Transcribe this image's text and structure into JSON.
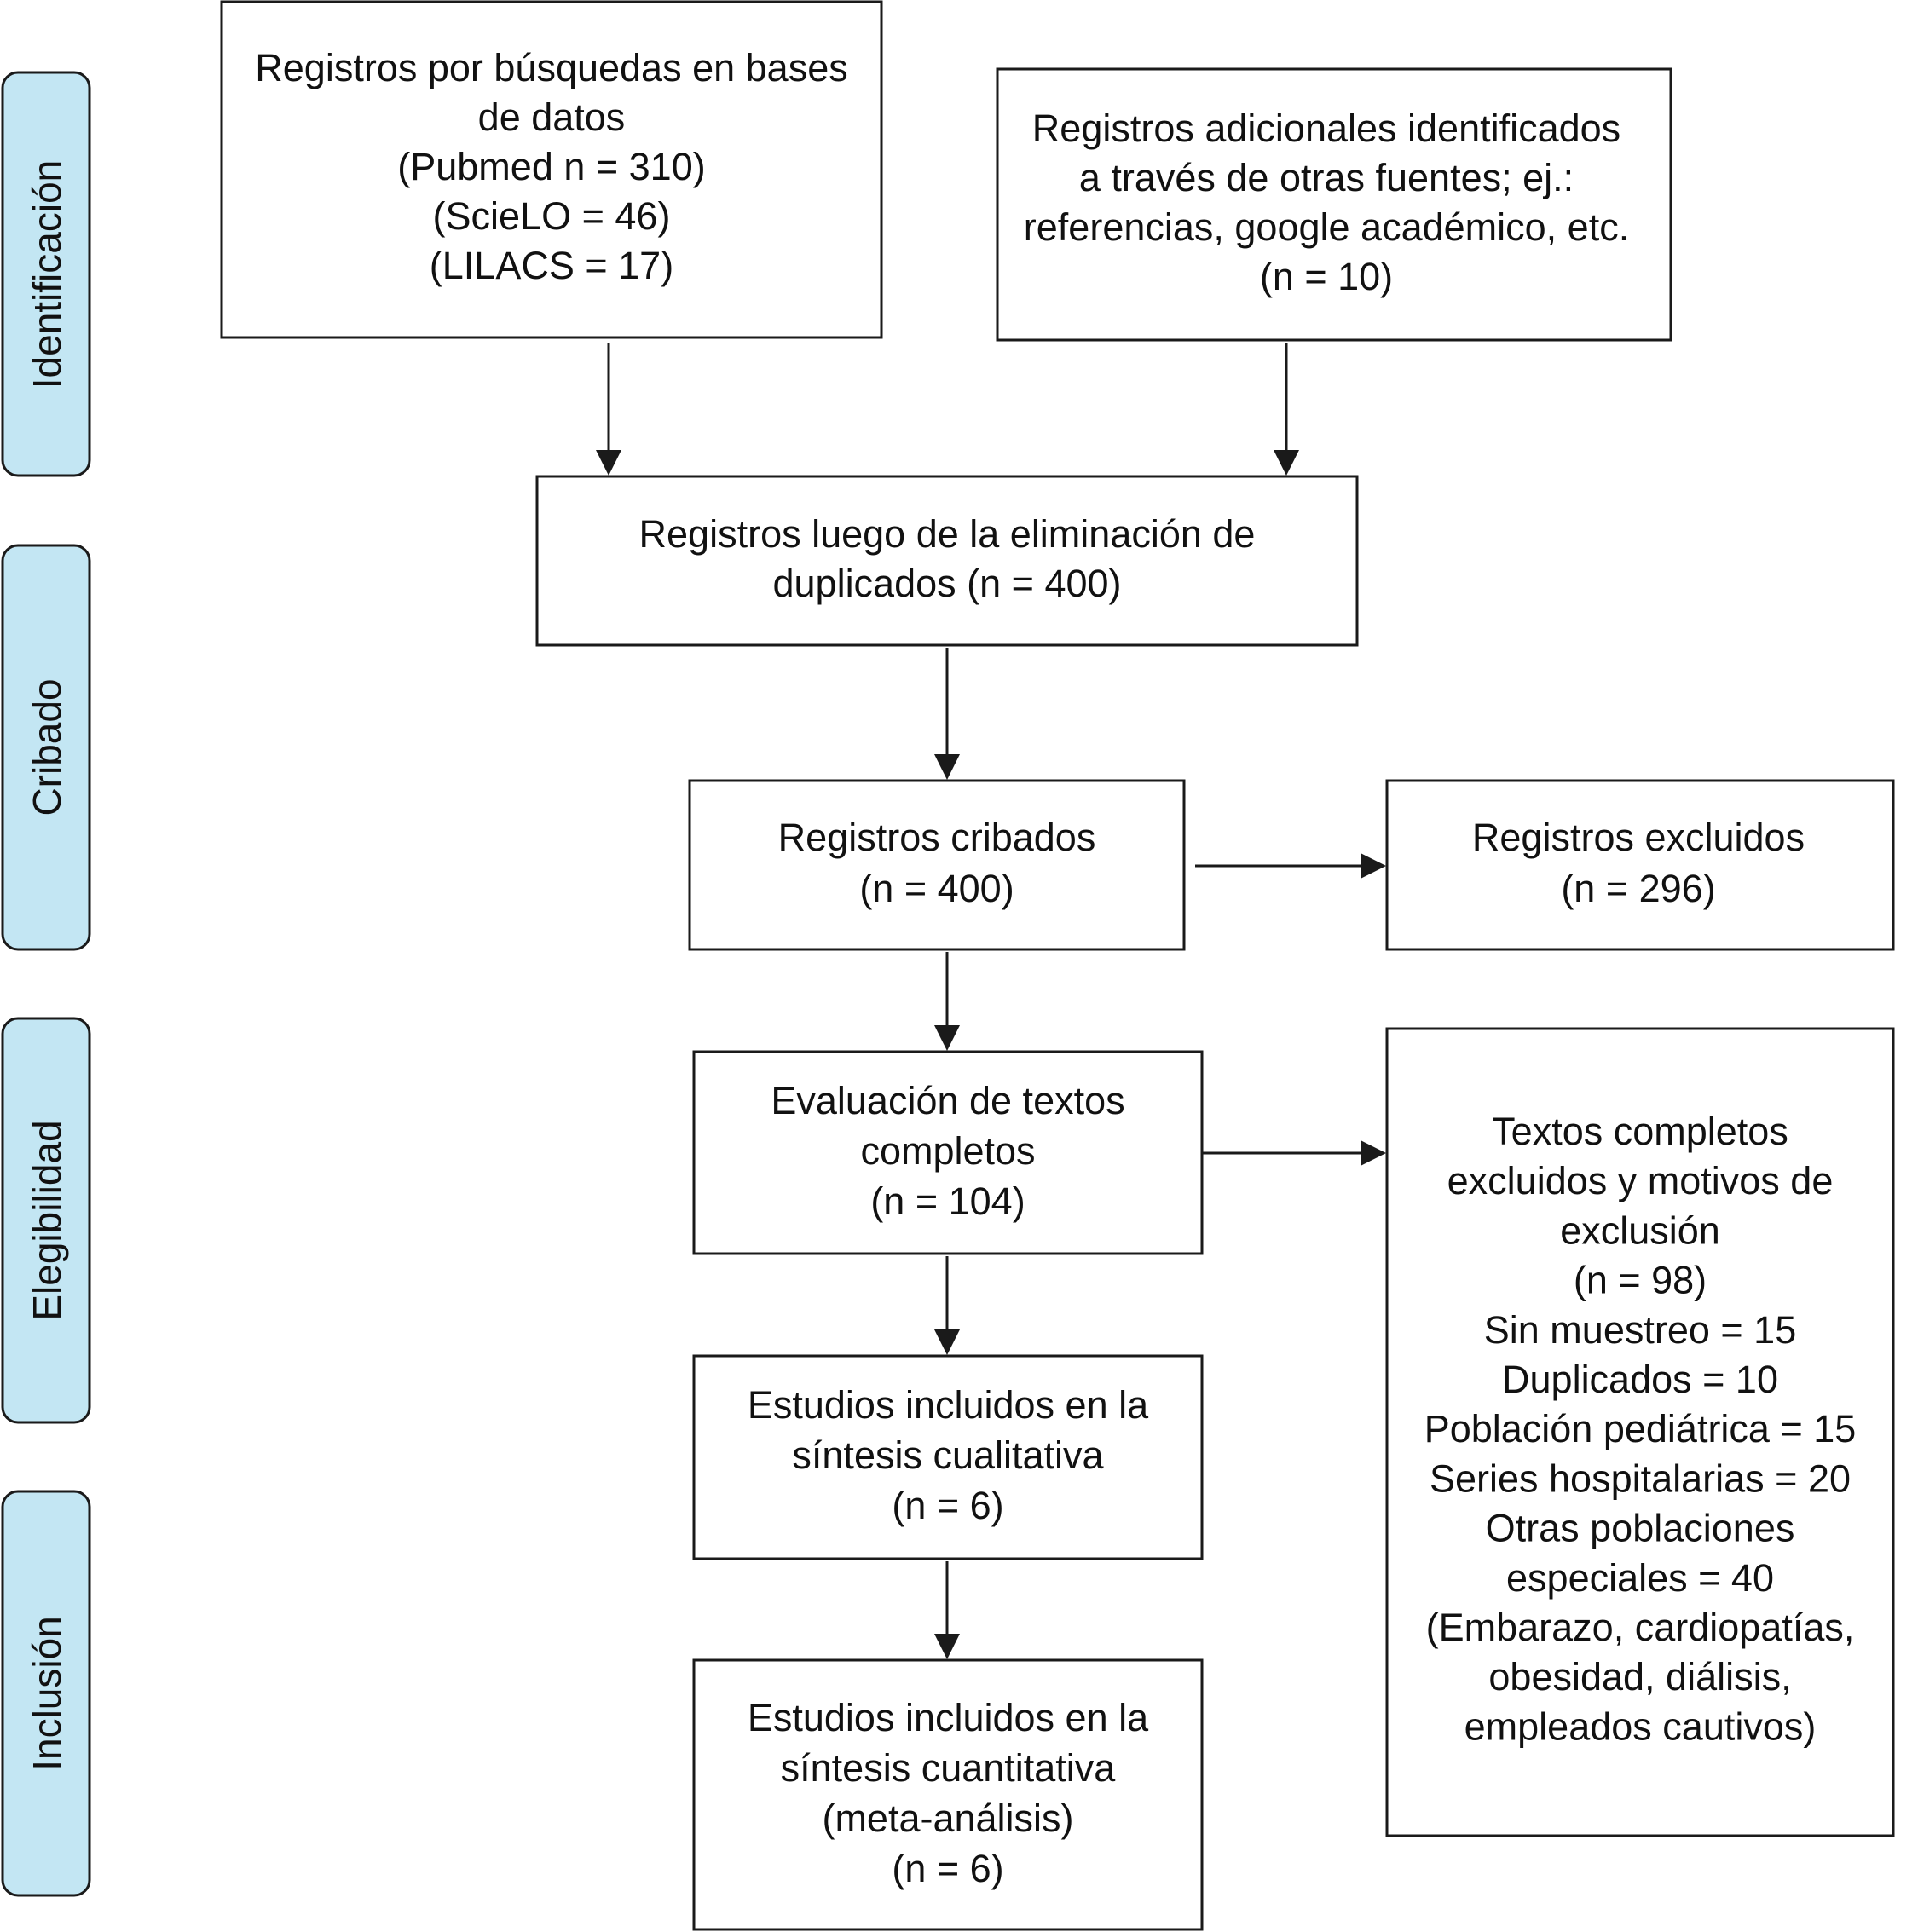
{
  "phases": [
    {
      "id": "identificacion",
      "label": "Identificación"
    },
    {
      "id": "cribado",
      "label": "Cribado"
    },
    {
      "id": "elegibilidad",
      "label": "Elegibilidad"
    },
    {
      "id": "inclusion",
      "label": "Inclusión"
    }
  ],
  "boxes": {
    "databases": {
      "lines": [
        "Registros por búsquedas en bases",
        "de datos",
        "(Pubmed n = 310)",
        "(ScieLO = 46)",
        "(LILACS = 17)"
      ]
    },
    "other_sources": {
      "lines": [
        "Registros adicionales identificados",
        "a través de otras fuentes; ej.:",
        "referencias, google académico, etc.",
        "(n = 10)"
      ]
    },
    "after_duplicates": {
      "lines": [
        "Registros luego de la eliminación de",
        "duplicados (n = 400)"
      ]
    },
    "screened": {
      "lines": [
        "Registros cribados",
        "(n = 400)"
      ]
    },
    "excluded": {
      "lines": [
        "Registros excluidos",
        "(n = 296)"
      ]
    },
    "fulltext": {
      "lines": [
        "Evaluación de textos",
        "completos",
        "(n = 104)"
      ]
    },
    "fulltext_excluded": {
      "lines": [
        "Textos completos",
        "excluidos y motivos de",
        "exclusión",
        "(n = 98)",
        "Sin muestreo = 15",
        "Duplicados = 10",
        "Población pediátrica = 15",
        "Series hospitalarias = 20",
        "Otras poblaciones",
        "especiales = 40",
        "(Embarazo, cardiopatías,",
        "obesidad, diálisis,",
        "empleados cautivos)"
      ]
    },
    "qualitative": {
      "lines": [
        "Estudios incluidos en la",
        "síntesis cualitativa",
        "(n = 6)"
      ]
    },
    "quantitative": {
      "lines": [
        "Estudios incluidos en la",
        "síntesis cuantitativa",
        "(meta-análisis)",
        "(n = 6)"
      ]
    }
  }
}
